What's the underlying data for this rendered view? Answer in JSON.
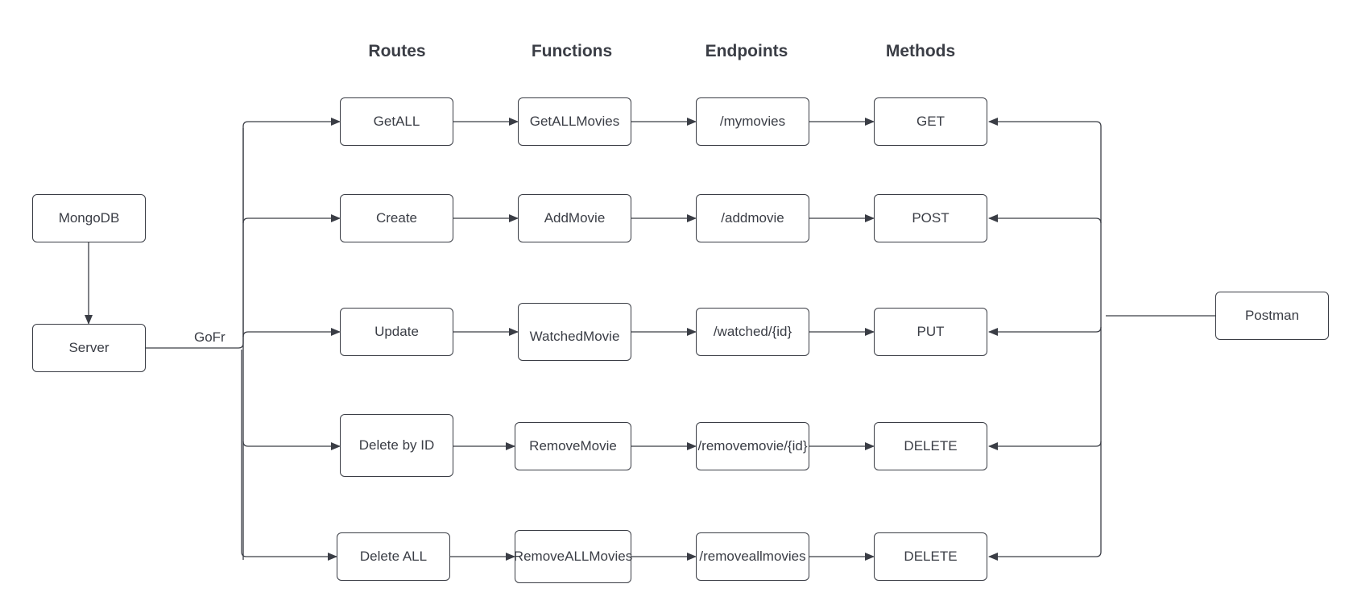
{
  "headers": {
    "routes": "Routes",
    "functions": "Functions",
    "endpoints": "Endpoints",
    "methods": "Methods"
  },
  "nodes": {
    "mongodb": "MongoDB",
    "server": "Server",
    "postman": "Postman"
  },
  "edge_label": "GoFr",
  "rows": [
    {
      "route": "GetALL",
      "function": "GetALLMovies",
      "endpoint": "/mymovies",
      "method": "GET"
    },
    {
      "route": "Create",
      "function": "AddMovie",
      "endpoint": "/addmovie",
      "method": "POST"
    },
    {
      "route": "Update",
      "function": "WatchedMovie",
      "endpoint": "/watched/{id}",
      "method": "PUT"
    },
    {
      "route": "Delete by ID",
      "function": "RemoveMovie",
      "endpoint": "/removemovie/{id}",
      "method": "DELETE"
    },
    {
      "route": "Delete ALL",
      "function": "RemoveALLMovies",
      "endpoint": "/removeallmovies",
      "method": "DELETE"
    }
  ]
}
